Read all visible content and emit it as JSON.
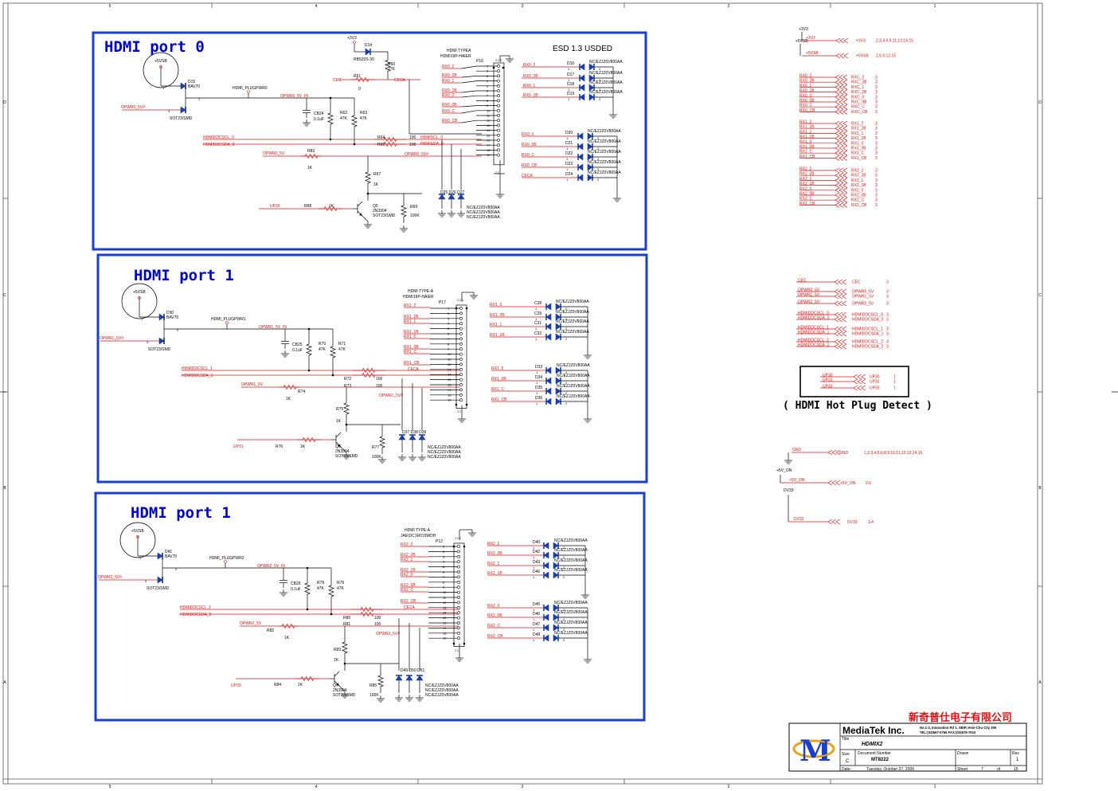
{
  "border": {
    "cols": [
      "5",
      "4",
      "3",
      "2",
      "1"
    ],
    "rows": [
      "D",
      "C",
      "B",
      "A"
    ]
  },
  "port0": {
    "title": "HDMI port 0",
    "esd_note": "ESD 1.3 USDED",
    "connector": {
      "type": "HDMI TYPEA",
      "part": "HDMI19P-HAIER",
      "ref": "P16"
    },
    "sig_nets": [
      "RX0_2",
      "RX0_2B",
      "RX0_1",
      "RX0_1B",
      "RX0_0",
      "RX0_0B",
      "RX0_C",
      "RX0_CB"
    ],
    "pins": [
      "1",
      "2",
      "3",
      "4",
      "5",
      "6",
      "7",
      "8",
      "9",
      "10",
      "11",
      "12",
      "13",
      "14",
      "15",
      "16",
      "17",
      "18",
      "19"
    ],
    "gnd_pins": [
      "20",
      "21",
      "22",
      "23"
    ],
    "esd_top": [
      {
        "ref": "D16",
        "net": "RX0_2",
        "part": "NC/EZJZ0V800AA"
      },
      {
        "ref": "D17",
        "net": "RX0_2B",
        "part": "NC/EZJZ0V800AA"
      },
      {
        "ref": "D18",
        "net": "RX0_1",
        "part": "NC/EZJZ0V800AA"
      },
      {
        "ref": "D19",
        "net": "RX0_1B",
        "part": "NC/EZJZ0V800AA"
      }
    ],
    "esd_bot": [
      {
        "ref": "D20",
        "net": "RX0_0",
        "part": "NC/EZJZ0V800AA"
      },
      {
        "ref": "D21",
        "net": "RX0_0B",
        "part": "NC/EZJZ0V800AA"
      },
      {
        "ref": "D22",
        "net": "RX0_C",
        "part": "NC/EZJZ0V800AA"
      },
      {
        "ref": "D23",
        "net": "RX0_CB",
        "part": "NC/EZJZ0V800AA"
      },
      {
        "ref": "D24",
        "net": "CECA",
        "part": "NC/EZJZ0V800AA"
      }
    ],
    "vsb": "+5VSB",
    "d15": {
      "ref": "D15",
      "part": "BAV70",
      "pkg": "SOT23/SMD"
    },
    "plug_net": "HDMI_PLUGPWR0",
    "opwr_in": "OPWR0_5V#",
    "opwr_5vin": "OPWR0_5V_IN",
    "cb": {
      "ref": "CB24",
      "val": "0.1uF"
    },
    "r62": {
      "ref": "R62",
      "val": "47K"
    },
    "r63": {
      "ref": "R63",
      "val": "47K"
    },
    "plus3v3": "+3V3",
    "d14": {
      "ref": "D14",
      "part": "RB520S-30"
    },
    "r60": {
      "ref": "R60",
      "val": "27K"
    },
    "r61": {
      "ref": "R61",
      "val": "0"
    },
    "cec": "CEC",
    "ceca": "CECA",
    "ddcscl": "HDMIDDCSCL_0",
    "ddcsda": "HDMIDDCSDA_0",
    "r64": {
      "ref": "R64",
      "val": "100"
    },
    "r65": {
      "ref": "R65",
      "val": "100"
    },
    "hdmiscl": "HDMISCL_0",
    "hdmisda": "HDMISDA_0",
    "opwr5v": "OPWR0_5V",
    "r83": {
      "ref": "R83",
      "val": "1K"
    },
    "opwr5vh": "OPWR0_5V#",
    "r67": {
      "ref": "R67",
      "val": "1K"
    },
    "up": "UP30",
    "r68": {
      "ref": "R68",
      "val": "1K"
    },
    "q": {
      "ref": "Q5",
      "part": "2N3904",
      "pkg": "SOT23/SMD"
    },
    "r69": {
      "ref": "R69",
      "val": "100K"
    },
    "esd_low": {
      "refs": "D25 D26 D27",
      "part": "NC/EZJZ0V800AA"
    }
  },
  "port1": {
    "title": "HDMI port 1",
    "connector": {
      "type": "HDMI TYPE-A",
      "part": "HDMI19P-HAIER",
      "ref": "P17"
    },
    "sig_nets": [
      "RX1_2",
      "RX1_2B",
      "RX1_1",
      "RX1_1B",
      "RX1_0",
      "RX1_0B",
      "RX1_C",
      "RX1_CB"
    ],
    "esd_top": [
      {
        "ref": "C28",
        "net": "RX1_2",
        "part": "NC/EZJZ0V800AA"
      },
      {
        "ref": "C29",
        "net": "RX1_2B",
        "part": "NC/EZJZ0V800AA"
      },
      {
        "ref": "C31",
        "net": "RX1_1",
        "part": "NC/EZJZ0V800AA"
      },
      {
        "ref": "C32",
        "net": "RX1_1B",
        "part": "NC/EZJZ0V800AA"
      }
    ],
    "esd_bot": [
      {
        "ref": "D33",
        "net": "RX1_0",
        "part": "NC/EZJZ0V800AA"
      },
      {
        "ref": "D34",
        "net": "RX1_0B",
        "part": "NC/EZJZ0V800AA"
      },
      {
        "ref": "D35",
        "net": "RX1_C",
        "part": "NC/EZJZ0V800AA"
      },
      {
        "ref": "D36",
        "net": "RX1_CB",
        "part": "NC/EZJZ0V800AA"
      }
    ],
    "vsb": "+5VSB",
    "d": {
      "ref": "D30",
      "part": "BAV70",
      "pkg": "SOT23/SMD"
    },
    "plug_net": "HDMI_PLUGPWR1",
    "opwr_in": "OPWR1_5V#",
    "opwr_5vin": "OPWR1_5V_IN",
    "cb": {
      "ref": "CB25",
      "val": "0.1uF"
    },
    "ra": {
      "ref": "R70",
      "val": "47K"
    },
    "rb": {
      "ref": "R71",
      "val": "47K"
    },
    "ceca": "CECA",
    "ddcscl": "HDMIDDCSCL_1",
    "ddcsda": "HDMIDDCSDA_1",
    "r72": {
      "ref": "R72",
      "val": "100"
    },
    "r73": {
      "ref": "R73",
      "val": "100"
    },
    "opwr5v": "OPWR1_5V",
    "r74": {
      "ref": "R74",
      "val": "1K"
    },
    "opwr5vh": "OPWR1_5V#",
    "r75": {
      "ref": "R75",
      "val": "1K"
    },
    "up": "UP31",
    "r76": {
      "ref": "R76",
      "val": "1K"
    },
    "q": {
      "ref": "Q6",
      "part": "2N3904",
      "pkg": "SOT23/SMD"
    },
    "r77": {
      "ref": "R77",
      "val": "100K"
    },
    "esd_low": {
      "refs": "D37 D38 D39",
      "part": "NC/EZJZ0V800AA"
    }
  },
  "port2": {
    "title": "HDMI port 1",
    "connector": {
      "type": "HDMI TYPE-A",
      "part": "JAE\\DC1R019WDH",
      "ref": "P12"
    },
    "sig_nets": [
      "RX2_2",
      "RX2_2B",
      "RX2_1",
      "RX2_1B",
      "RX2_0",
      "RX2_0B",
      "RX2_C",
      "RX2_CB"
    ],
    "esd_top": [
      {
        "ref": "D40",
        "net": "RX2_2",
        "part": "NC/EZJZ0V800AA"
      },
      {
        "ref": "D42",
        "net": "RX2_2B",
        "part": "NC/EZJZ0V800AA"
      },
      {
        "ref": "D43",
        "net": "RX2_1",
        "part": "NC/EZJZ0V800AA"
      },
      {
        "ref": "D46",
        "net": "RX2_1B",
        "part": "NC/EZJZ0V800AA"
      }
    ],
    "esd_bot": [
      {
        "ref": "D45",
        "net": "RX2_0",
        "part": "NC/EZJZ0V800AA"
      },
      {
        "ref": "D46",
        "net": "RX2_0B",
        "part": "NC/EZJZ0V800AA"
      },
      {
        "ref": "D47",
        "net": "RX2_C",
        "part": "NC/EZJZ0V800AA"
      },
      {
        "ref": "D48",
        "net": "RX2_CB",
        "part": "NC/EZJZ0V800AA"
      }
    ],
    "vsb": "+5VSB",
    "d": {
      "ref": "D41",
      "part": "BAV70",
      "pkg": "SOT23/SMD"
    },
    "plug_net": "HDMI_PLUGPWR2",
    "opwr_in": "OPWR2_5V#",
    "opwr_5vin": "OPWR2_5V_IN",
    "cb": {
      "ref": "CB26",
      "val": "0.1uF"
    },
    "ra": {
      "ref": "R78",
      "val": "47K"
    },
    "rb": {
      "ref": "R79",
      "val": "47K"
    },
    "ceca": "CECA",
    "ddcscl": "HDMIDDCSCL_2",
    "ddcsda": "HDMIDDCSDA_2",
    "r80": {
      "ref": "R80",
      "val": "100"
    },
    "r81": {
      "ref": "R81",
      "val": "100"
    },
    "opwr5v": "OPWR2_5V",
    "r82": {
      "ref": "R82",
      "val": "1K"
    },
    "opwr5vh": "OPWR2_5V#",
    "r83": {
      "ref": "R83",
      "val": "1K"
    },
    "up": "UP33",
    "r84": {
      "ref": "R84",
      "val": "1K"
    },
    "q": {
      "ref": "Q7",
      "part": "2N3904",
      "pkg": "SOT23/SMD"
    },
    "r85": {
      "ref": "R85",
      "val": "100K"
    },
    "esd_low": {
      "refs": "D49 D50 D51",
      "part": "NC/EZJZ0V800AA"
    }
  },
  "offpage": {
    "pwr": [
      {
        "net": "+3V3",
        "label": "+3V3",
        "pages": "2,3,4,6,9,11,13,14,15"
      },
      {
        "net": "+5VSB",
        "label": "+5VSB",
        "pages": "2,6,9,12,15"
      }
    ],
    "rx0": [
      "RX0_2",
      "RX0_2B",
      "RX0_1",
      "RX0_1B",
      "RX0_0",
      "RX0_0B",
      "RX0_C",
      "RX0_CB"
    ],
    "rx0_labels": [
      "RXC_2",
      "RXC_2B",
      "RXC_1",
      "RXC_1B",
      "RXC_0",
      "RXC_0B",
      "RXC_C",
      "RXC_CB"
    ],
    "rx1": [
      "RX1_2",
      "RX1_2B",
      "RX1_1",
      "RX1_1B",
      "RX1_0",
      "RX1_0B",
      "RX1_C",
      "RX1_CB"
    ],
    "rx1_labels": [
      "RX1_2",
      "RX1_2B",
      "RX1_1",
      "RX1_1B",
      "RX1_0",
      "RX1_0B",
      "RX1_C",
      "RX1_CB"
    ],
    "rx2": [
      "RX2_2",
      "RX2_2B",
      "RX2_1",
      "RX2_1B",
      "RX2_0",
      "RX2_0B",
      "RX2_C",
      "RX2_CB"
    ],
    "rx2_labels": [
      "RX2_2",
      "RX2_2B",
      "RX2_1",
      "RX2_1B",
      "RX2_0",
      "RX2_0B",
      "RX2_C",
      "RX2_CB"
    ],
    "page_ref": "3",
    "ctrl": [
      {
        "net": "CEC",
        "label": "CEC",
        "page": "3"
      },
      {
        "net": "OPWR0_5V",
        "label": "OPWR0_5V",
        "page": "3"
      },
      {
        "net": "OPWR1_5V",
        "label": "OPWR1_5V",
        "page": "3"
      },
      {
        "net": "OPWR2_5V",
        "label": "OPWR2_5V",
        "page": "3"
      },
      {
        "net": "HDMIDDCSCL_0",
        "label": "HDMIDDCSCL_0",
        "page": "3"
      },
      {
        "net": "HDMIDDCSDA_0",
        "label": "HDMIDDCSDA_0",
        "page": "3"
      },
      {
        "net": "HDMIDDCSCL_1",
        "label": "HDMIDDCSCL_1",
        "page": "3"
      },
      {
        "net": "HDMIDDCSDA_1",
        "label": "HDMIDDCSDA_1",
        "page": "3"
      },
      {
        "net": "HDMIDDCSCL_2",
        "label": "HDMIDDCSCL_2",
        "page": "3"
      },
      {
        "net": "HDMIDDCSDA_2",
        "label": "HDMIDDCSDA_2",
        "page": "3"
      }
    ],
    "up": [
      {
        "net": "UP30",
        "label": "UP30",
        "page": "1"
      },
      {
        "net": "UP31",
        "label": "UP31",
        "page": "1"
      },
      {
        "net": "UP33",
        "label": "UP33",
        "page": "1"
      }
    ],
    "hpd_caption": "( HDMI Hot Plug Detect )",
    "gnd": {
      "net": "GND",
      "label": "GND",
      "pages": "1,2,3,4,5,6,8,9,10,11,12,13,14,15"
    },
    "v5on": {
      "top": "+5V_ON",
      "net": "+5V_ON",
      "label": "+5V_ON",
      "pages": "2,6"
    },
    "dv33": {
      "top": "DV33",
      "net": "DV33",
      "label": "DV33",
      "pages": "3,4"
    }
  },
  "titleblock": {
    "company_cn": "新奇普仕电子有限公司",
    "company": "MediaTek Inc.",
    "address": "No.1-2, Innovation Rd 1, SBIP, Hsin-Chu City 300",
    "tel": "TEL:(03)567-0766  FAX:(03)578-7610",
    "title_lbl": "Title",
    "title": "HDMIX2",
    "size_lbl": "Size",
    "size": "C",
    "docnum_lbl": "Document Number",
    "docnum": "MT8222",
    "rev_lbl": "Rev",
    "rev": "1",
    "date_lbl": "Date:",
    "date": "Tuesday, October 27, 2009",
    "drawn_lbl": "Drawn",
    "sheet_lbl": "Sheet",
    "sheet": "7",
    "of_lbl": "of",
    "of": "15"
  }
}
